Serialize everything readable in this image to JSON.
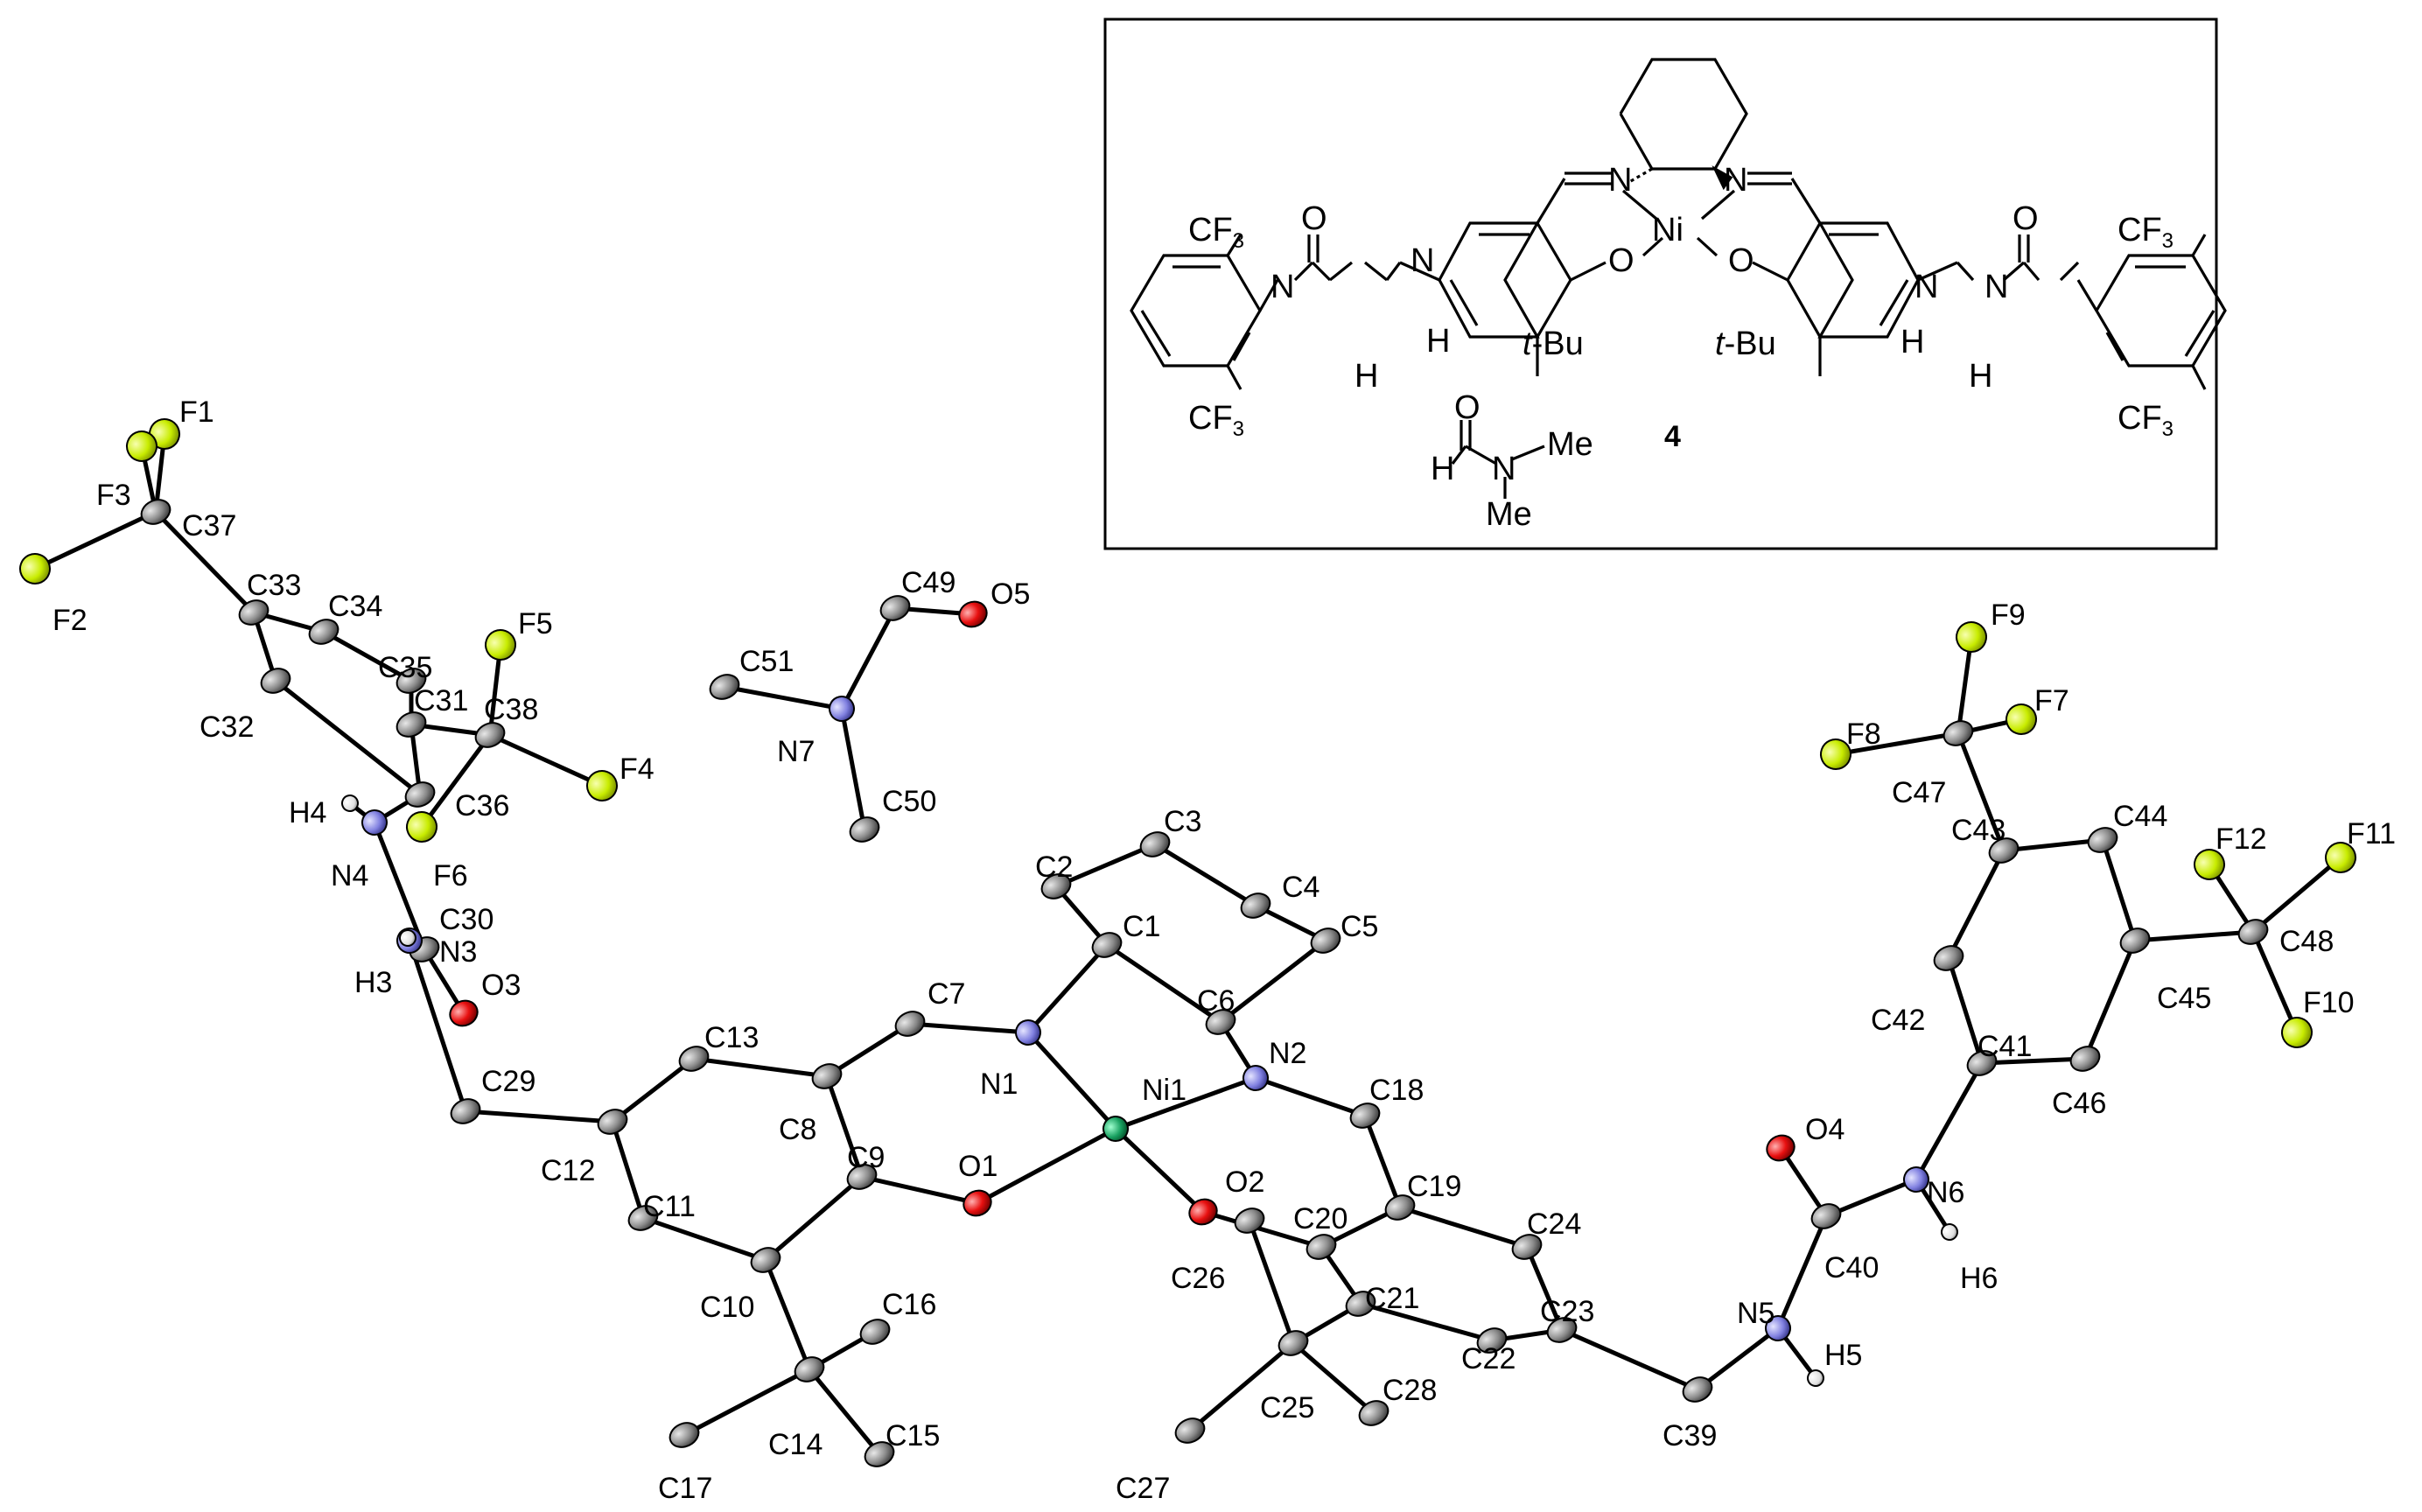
{
  "structure_inset": {
    "compound_number": "4",
    "metal": "Ni",
    "atom_labels": {
      "n_left": "N",
      "n_right": "N",
      "o_left": "O",
      "o_right": "O",
      "nh": "N",
      "h": "H",
      "o_carbonyl": "O",
      "cf3_main": "CF",
      "cf3_sub": "3",
      "tbu_t": "t",
      "tbu_rest": "-Bu",
      "me": "Me"
    }
  },
  "colors": {
    "carbon": "#8a8a8a",
    "nitrogen": "#8080e0",
    "oxygen": "#e81010",
    "fluorine": "#c8ec00",
    "nickel": "#18a060",
    "hydrogen": "#ffffff"
  },
  "atoms": [
    {
      "id": "F1"
    },
    {
      "id": "F2"
    },
    {
      "id": "F3"
    },
    {
      "id": "C37"
    },
    {
      "id": "C33"
    },
    {
      "id": "C34"
    },
    {
      "id": "F5"
    },
    {
      "id": "C35"
    },
    {
      "id": "C31"
    },
    {
      "id": "C38"
    },
    {
      "id": "C32"
    },
    {
      "id": "F4"
    },
    {
      "id": "C36"
    },
    {
      "id": "H4"
    },
    {
      "id": "F6"
    },
    {
      "id": "N4"
    },
    {
      "id": "C30"
    },
    {
      "id": "N3"
    },
    {
      "id": "H3"
    },
    {
      "id": "O3"
    },
    {
      "id": "C29"
    },
    {
      "id": "C12"
    },
    {
      "id": "C13"
    },
    {
      "id": "C11"
    },
    {
      "id": "C8"
    },
    {
      "id": "C9"
    },
    {
      "id": "C10"
    },
    {
      "id": "C7"
    },
    {
      "id": "N1"
    },
    {
      "id": "O1"
    },
    {
      "id": "Ni1"
    },
    {
      "id": "C14"
    },
    {
      "id": "C15"
    },
    {
      "id": "C16"
    },
    {
      "id": "C17"
    },
    {
      "id": "C1"
    },
    {
      "id": "C2"
    },
    {
      "id": "C3"
    },
    {
      "id": "C4"
    },
    {
      "id": "C5"
    },
    {
      "id": "C6"
    },
    {
      "id": "N2"
    },
    {
      "id": "C18"
    },
    {
      "id": "C19"
    },
    {
      "id": "O2"
    },
    {
      "id": "C20"
    },
    {
      "id": "C26"
    },
    {
      "id": "C21"
    },
    {
      "id": "C25"
    },
    {
      "id": "C27"
    },
    {
      "id": "C28"
    },
    {
      "id": "C22"
    },
    {
      "id": "C23"
    },
    {
      "id": "C24"
    },
    {
      "id": "C39"
    },
    {
      "id": "N5"
    },
    {
      "id": "H5"
    },
    {
      "id": "C40"
    },
    {
      "id": "O4"
    },
    {
      "id": "N6"
    },
    {
      "id": "H6"
    },
    {
      "id": "C41"
    },
    {
      "id": "C42"
    },
    {
      "id": "C46"
    },
    {
      "id": "C43"
    },
    {
      "id": "C44"
    },
    {
      "id": "C45"
    },
    {
      "id": "C47"
    },
    {
      "id": "F8"
    },
    {
      "id": "F9"
    },
    {
      "id": "F7"
    },
    {
      "id": "C48"
    },
    {
      "id": "F12"
    },
    {
      "id": "F11"
    },
    {
      "id": "F10"
    },
    {
      "id": "C49"
    },
    {
      "id": "O5"
    },
    {
      "id": "N7"
    },
    {
      "id": "C51"
    },
    {
      "id": "C50"
    }
  ]
}
